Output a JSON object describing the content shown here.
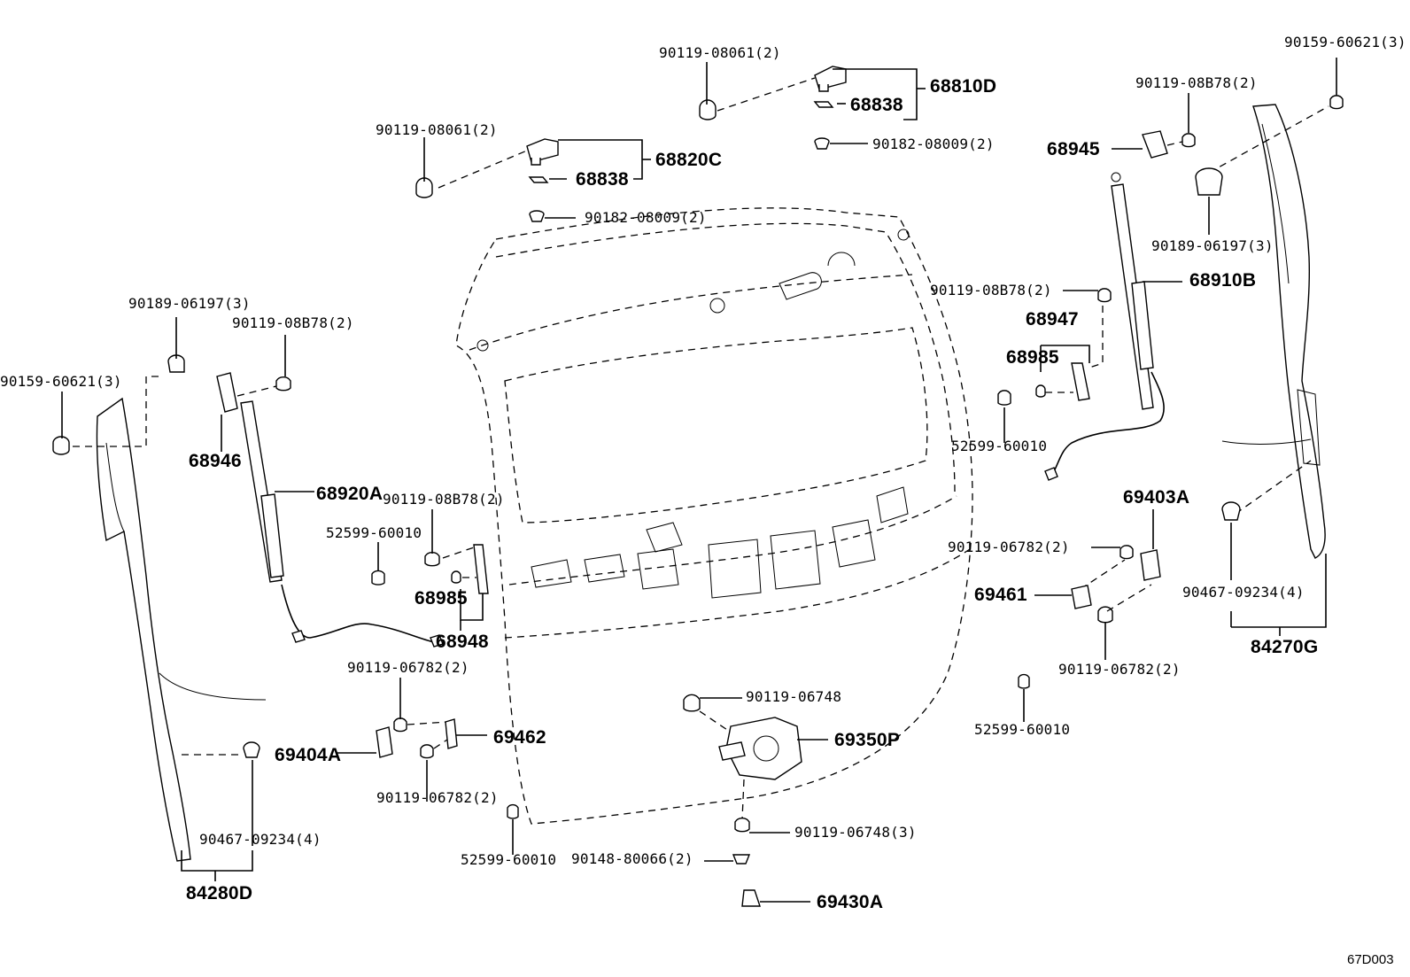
{
  "labels": {
    "p90119_08061_a": "90119-08061(2)",
    "p68810D": "68810D",
    "p68838_a": "68838",
    "p90182_08009_a": "90182-08009(2)",
    "p90119_08061_b": "90119-08061(2)",
    "p68820C": "68820C",
    "p68838_b": "68838",
    "p90182_08009_b": "90182-08009(2)",
    "p90159_60621_r": "90159-60621(3)",
    "p90119_08B78_r": "90119-08B78(2)",
    "p68945": "68945",
    "p90189_06197_r": "90189-06197(3)",
    "p68910B": "68910B",
    "p90119_08B78_c": "90119-08B78(2)",
    "p68947": "68947",
    "p68985_r": "68985",
    "p52599_60010_a": "52599-60010",
    "p69403A": "69403A",
    "p90119_06782_a": "90119-06782(2)",
    "p69461": "69461",
    "p90119_06782_b": "90119-06782(2)",
    "p90467_09234_r": "90467-09234(4)",
    "p84270G": "84270G",
    "p90189_06197_l": "90189-06197(3)",
    "p90119_08B78_l": "90119-08B78(2)",
    "p90159_60621_l": "90159-60621(3)",
    "p68946": "68946",
    "p68920A": "68920A",
    "p90119_08B78_m": "90119-08B78(2)",
    "p52599_60010_b": "52599-60010",
    "p68985_l": "68985",
    "p68948": "68948",
    "p90119_06782_c": "90119-06782(2)",
    "p69404A": "69404A",
    "p69462": "69462",
    "p90119_06782_d": "90119-06782(2)",
    "p52599_60010_c": "52599-60010",
    "p90467_09234_l": "90467-09234(4)",
    "p84280D": "84280D",
    "p90119_06748": "90119-06748",
    "p69350P": "69350P",
    "p52599_60010_d": "52599-60010",
    "p90119_06748_3": "90119-06748(3)",
    "p90148_80066": "90148-80066(2)",
    "p69430A": "69430A",
    "diagram_code": "67D003"
  }
}
